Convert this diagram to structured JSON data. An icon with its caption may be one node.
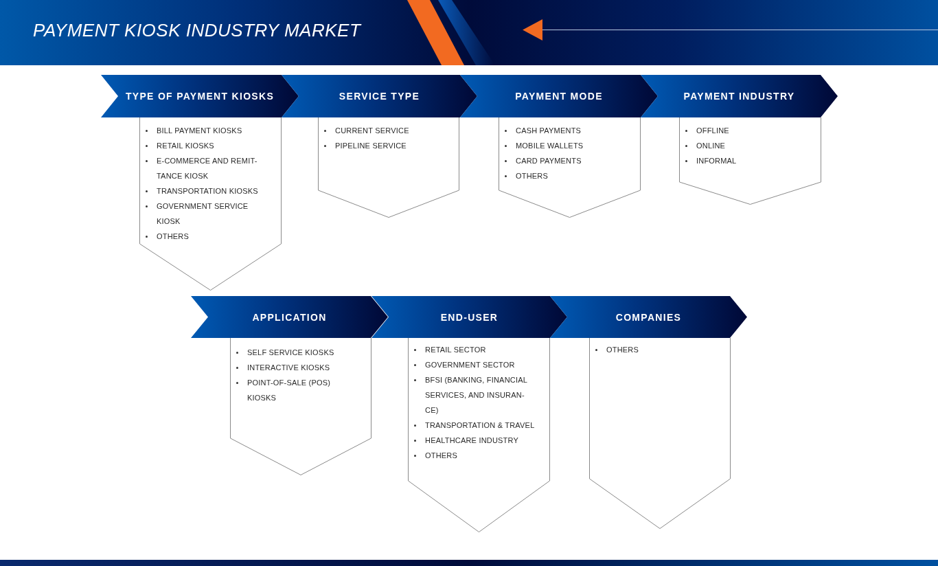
{
  "diagram": {
    "title": "PAYMENT KIOSK INDUSTRY MARKET",
    "nodes": [
      {
        "text": [
          "TYPE OF PAYMENT KIOSKS"
        ]
      },
      {
        "text": [
          "BILL PAYMENT KIOSKS",
          "RETAIL KIOSKS",
          "E-COMMERCE AND REMIT-TANCE KIOSK",
          "TRANSPORTATION KIOSKS",
          "GOVERNMENT SERVICE KIOSK",
          "OTHERS"
        ]
      },
      {
        "text": [
          "SERVICE TYPE"
        ]
      },
      {
        "text": [
          "CURRENT SERVICE",
          "PIPELINE SERVICE"
        ]
      },
      {
        "text": [
          "PAYMENT MODE"
        ]
      },
      {
        "text": [
          "CASH PAYMENTS",
          "MOBILE WALLETS",
          "CARD PAYMENTS",
          "OTHERS"
        ]
      },
      {
        "text": [
          "PAYMENT INDUSTRY"
        ]
      },
      {
        "text": [
          "OFFLINE",
          "ONLINE",
          "INFORMAL"
        ]
      },
      {
        "text": [
          "APPLICATION"
        ]
      },
      {
        "text": [
          "SELF SERVICE KIOSKS",
          "INTERACTIVE KIOSKS",
          "POINT-OF-SALE (POS) KIOSKS"
        ]
      },
      {
        "text": [
          "END-USER"
        ]
      },
      {
        "text": [
          "RETAIL SECTOR",
          "GOVERNMENT SECTOR",
          "BFSI (BANKING, FINANCIAL SERVICES, AND INSURAN-CE)",
          "TRANSPORTATION & TRAVEL",
          "HEALTHCARE INDUSTRY",
          "OTHERS"
        ]
      },
      {
        "text": [
          "COMPANIES"
        ]
      },
      {
        "text": [
          "OTHERS"
        ]
      }
    ]
  }
}
